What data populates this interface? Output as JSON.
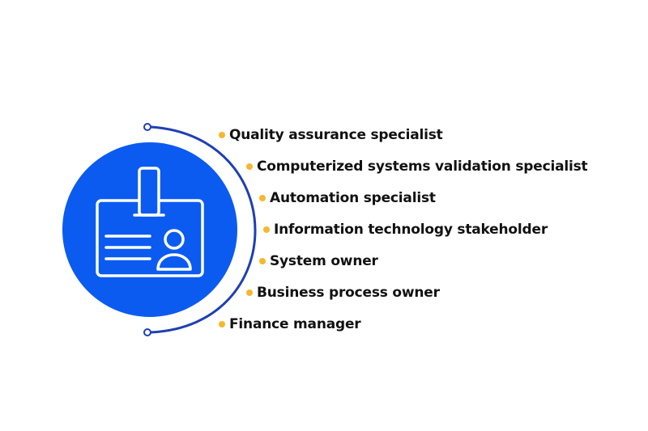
{
  "colors": {
    "circle": "#0b5bf0",
    "arc": "#1f3fb4",
    "bullet": "#f5b82e",
    "text": "#111111",
    "icon_stroke": "#ffffff"
  },
  "icon": "id-badge-icon",
  "roles": [
    {
      "label": "Quality assurance specialist"
    },
    {
      "label": "Computerized systems validation specialist"
    },
    {
      "label": "Automation specialist"
    },
    {
      "label": "Information technology stakeholder"
    },
    {
      "label": "System owner"
    },
    {
      "label": "Business process owner"
    },
    {
      "label": "Finance manager"
    }
  ]
}
